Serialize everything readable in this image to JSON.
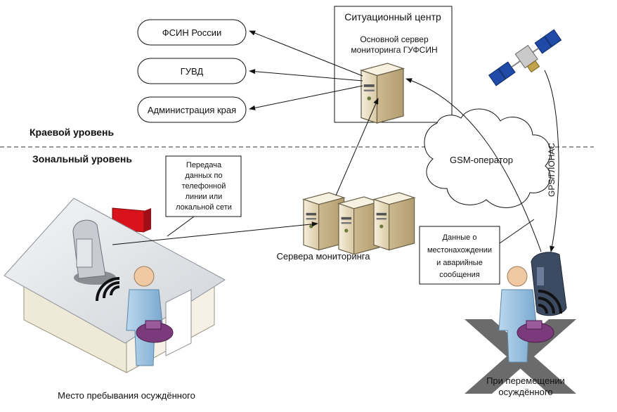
{
  "levels": {
    "regional": "Краевой уровень",
    "zonal": "Зональный уровень"
  },
  "situation_center": {
    "title": "Ситуационный центр",
    "server_line1": "Основной сервер",
    "server_line2": "мониторинга ГУФСИН"
  },
  "recipients": [
    "ФСИН России",
    "ГУВД",
    "Администрация края"
  ],
  "cloud_label": "GSM-оператор",
  "gps_label": "GPS/ГЛОНАС",
  "phone_note": [
    "Передача",
    "данных по",
    "телефонной",
    "линии или",
    "локальной сети"
  ],
  "servers_label": "Сервера мониторинга",
  "location_note": [
    "Данные о",
    "местонахождении",
    "и аварийные",
    "сообщения"
  ],
  "home_caption": "Место пребывания осуждённого",
  "moving_caption": [
    "При перемещении",
    "осуждённого"
  ],
  "colors": {
    "server_body": "#e8dcc0",
    "house_roof": "#e6e8ea",
    "house_wall": "#f3efe3",
    "chimney": "#d9121b",
    "person": "#9cc3e0",
    "bracelet": "#7a3a7c",
    "cross": "#555555"
  }
}
